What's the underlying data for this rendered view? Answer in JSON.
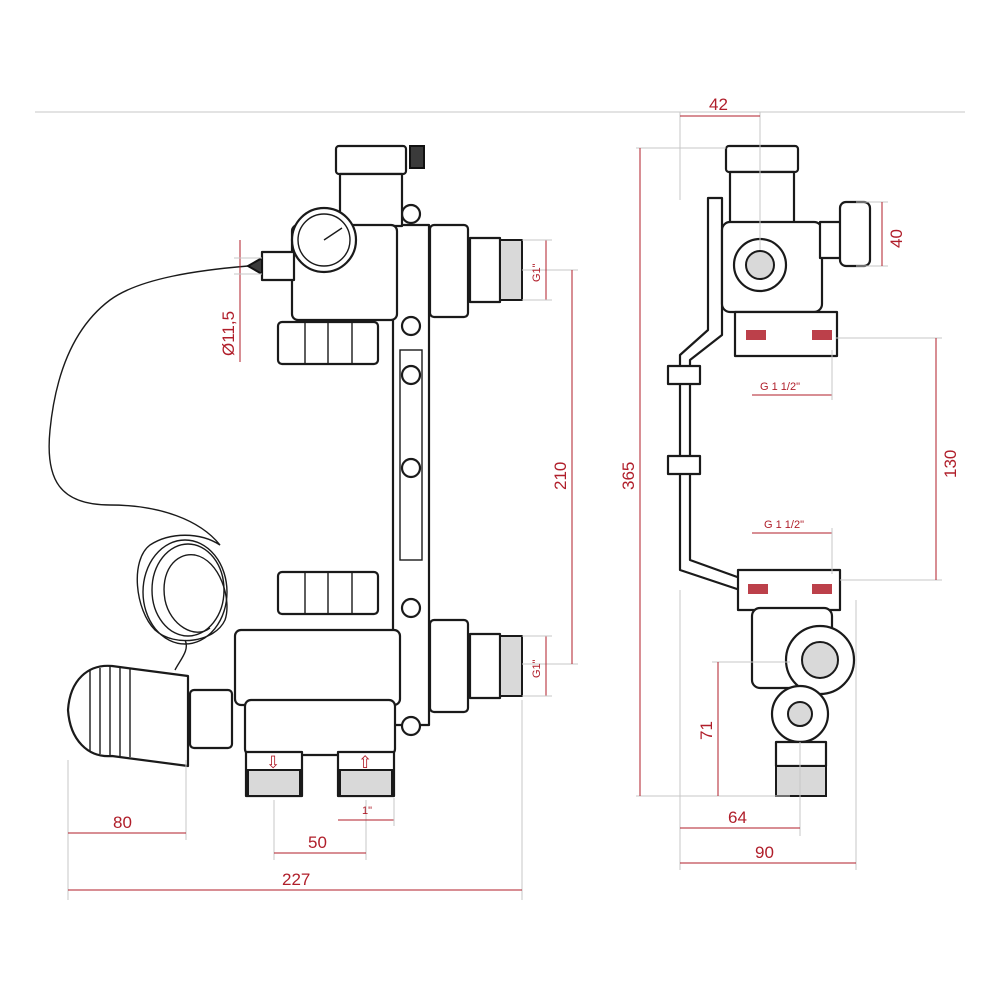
{
  "dimensions": {
    "front": {
      "width_227": "227",
      "offset_80": "80",
      "spacing_50": "50",
      "height_210": "210",
      "diameter_11_5": "Ø11,5",
      "thread_top": "G1\"",
      "thread_bottom": "G1\"",
      "thread_inlet": "1\""
    },
    "side": {
      "depth_42": "42",
      "height_365": "365",
      "offset_40": "40",
      "spacing_130": "130",
      "thread_upper": "G 1 1/2\"",
      "thread_lower": "G 1 1/2\"",
      "height_71": "71",
      "depth_64": "64",
      "depth_90": "90"
    }
  },
  "colors": {
    "dimension": "#b01e2a",
    "outline": "#1a1a1a",
    "extension": "#c7c7c7"
  }
}
